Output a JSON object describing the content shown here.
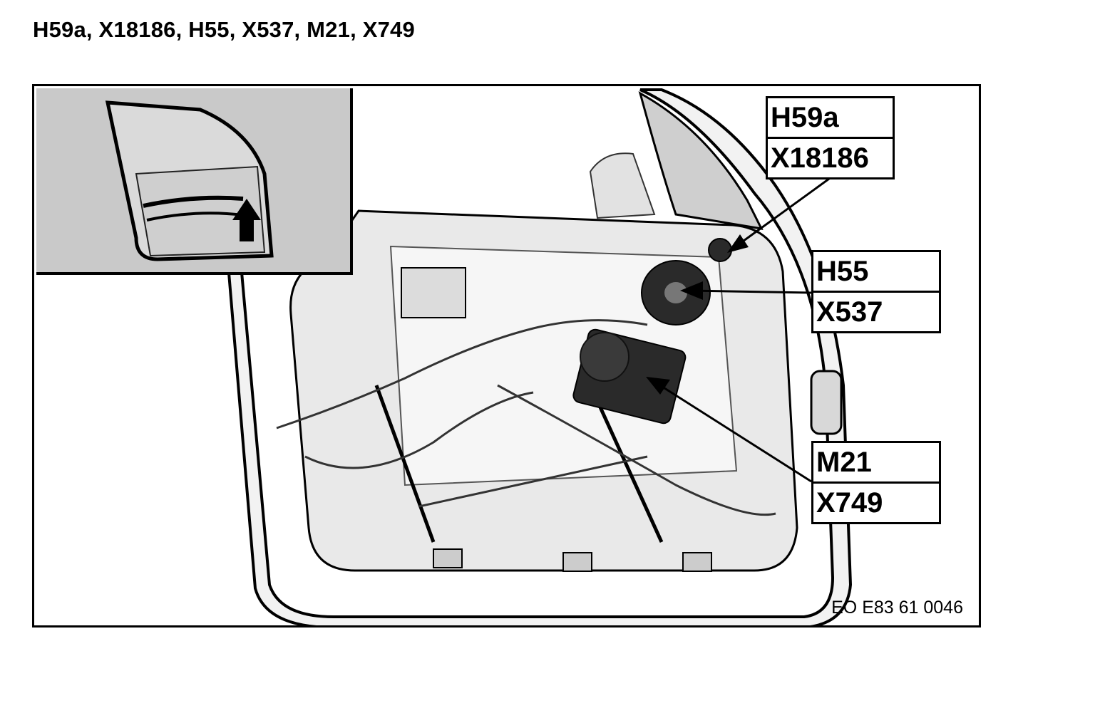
{
  "header": {
    "title": "H59a, X18186, H55, X537, M21, X749"
  },
  "callouts": [
    {
      "id": "top",
      "codes": [
        "H59a",
        "X18186"
      ]
    },
    {
      "id": "middle",
      "codes": [
        "H55",
        "X537"
      ]
    },
    {
      "id": "bottom",
      "codes": [
        "M21",
        "X749"
      ]
    }
  ],
  "figure": {
    "code": "EO E83 61 0046"
  },
  "colors": {
    "ink": "#000000",
    "inset_background": "#c9c9c9",
    "component_dark": "#2a2a2a",
    "panel_light": "#efefef"
  }
}
